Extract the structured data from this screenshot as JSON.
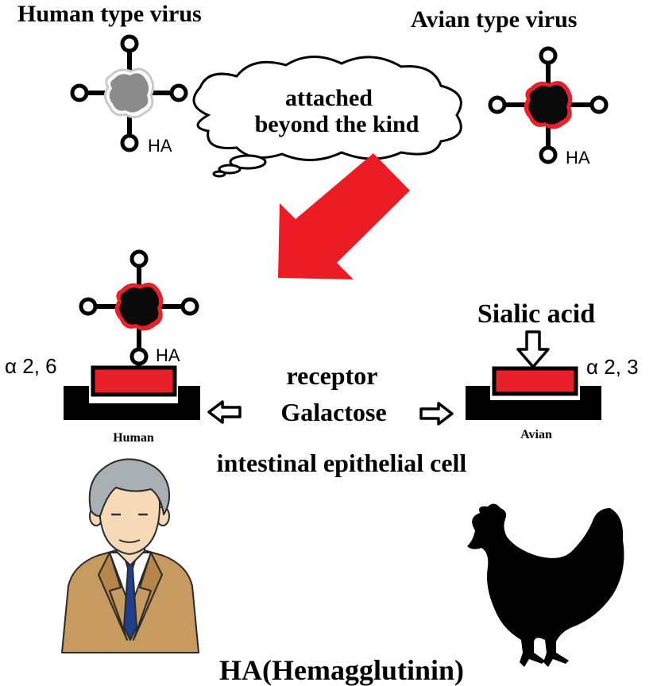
{
  "titles": {
    "human_virus": "Human type virus",
    "avian_virus": "Avian type virus"
  },
  "thought_cloud": {
    "line1": "attached",
    "line2": "beyond the kind"
  },
  "labels": {
    "ha_human_virus": "HA",
    "ha_avian_virus": "HA",
    "ha_bound_virus": "HA",
    "sialic_acid": "Sialic acid",
    "alpha_human": "α 2, 6",
    "alpha_avian": "α 2, 3",
    "receptor": "receptor",
    "galactose": "Galactose",
    "human_cell": "Human",
    "avian_cell": "Avian",
    "intestinal": "intestinal epithelial cell",
    "bottom_title": "HA(Hemagglutinin)"
  },
  "colors": {
    "receptor_red": "#e8202a",
    "arrow_red": "#ec1c24",
    "human_virus_core": "#8c8c8c",
    "avian_virus_core": "#0a0a0a",
    "avian_virus_outline": "#e8202a",
    "suit": "#c79a5f",
    "tie": "#1f3f8f",
    "skin": "#f6d9b6",
    "hair": "#a9b0b4"
  },
  "icons": {
    "virus_human": "virus-human-icon",
    "virus_avian": "virus-avian-icon",
    "hen": "hen-silhouette-icon",
    "man": "man-in-suit-icon"
  }
}
